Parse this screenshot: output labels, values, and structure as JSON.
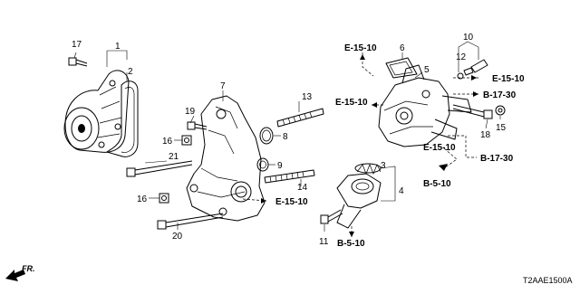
{
  "callouts": {
    "n1": "1",
    "n2": "2",
    "n3": "3",
    "n4": "4",
    "n5": "5",
    "n6": "6",
    "n7": "7",
    "n8": "8",
    "n9": "9",
    "n10": "10",
    "n11": "11",
    "n12": "12",
    "n13": "13",
    "n14": "14",
    "n15": "15",
    "n16a": "16",
    "n16b": "16",
    "n17": "17",
    "n18": "18",
    "n19": "19",
    "n20": "20",
    "n21": "21"
  },
  "references": {
    "e1510_top": "E-15-10",
    "e1510_right": "E-15-10",
    "e1510_left": "E-15-10",
    "e1510_mid": "E-15-10",
    "e1510_bottom": "E-15-10",
    "b1730_upper": "B-17-30",
    "b1730_lower": "B-17-30",
    "b510_right": "B-5-10",
    "b510_bottom": "B-5-10"
  },
  "diagram_code": "T2AAE1500A",
  "direction_label": "FR.",
  "icons": {
    "front_arrow": "front-direction-arrow-icon"
  }
}
